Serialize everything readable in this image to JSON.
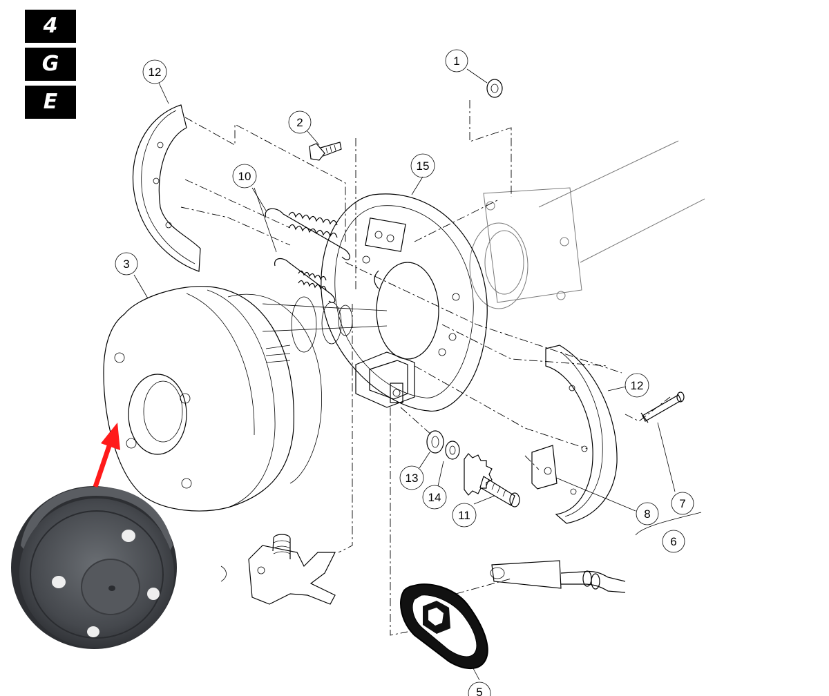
{
  "badges": [
    "4",
    "G",
    "E"
  ],
  "callouts": [
    {
      "id": "c1",
      "label": "1"
    },
    {
      "id": "c2",
      "label": "2"
    },
    {
      "id": "c3",
      "label": "3"
    },
    {
      "id": "c5",
      "label": "5"
    },
    {
      "id": "c6",
      "label": "6"
    },
    {
      "id": "c7",
      "label": "7"
    },
    {
      "id": "c8",
      "label": "8"
    },
    {
      "id": "c10",
      "label": "10"
    },
    {
      "id": "c11",
      "label": "11"
    },
    {
      "id": "c12a",
      "label": "12"
    },
    {
      "id": "c12b",
      "label": "12"
    },
    {
      "id": "c13",
      "label": "13"
    },
    {
      "id": "c14",
      "label": "14"
    },
    {
      "id": "c15",
      "label": "15"
    }
  ],
  "colors": {
    "arrow": "#ff1a1a",
    "ink": "#000000",
    "drum_photo": "#4a4d52"
  }
}
